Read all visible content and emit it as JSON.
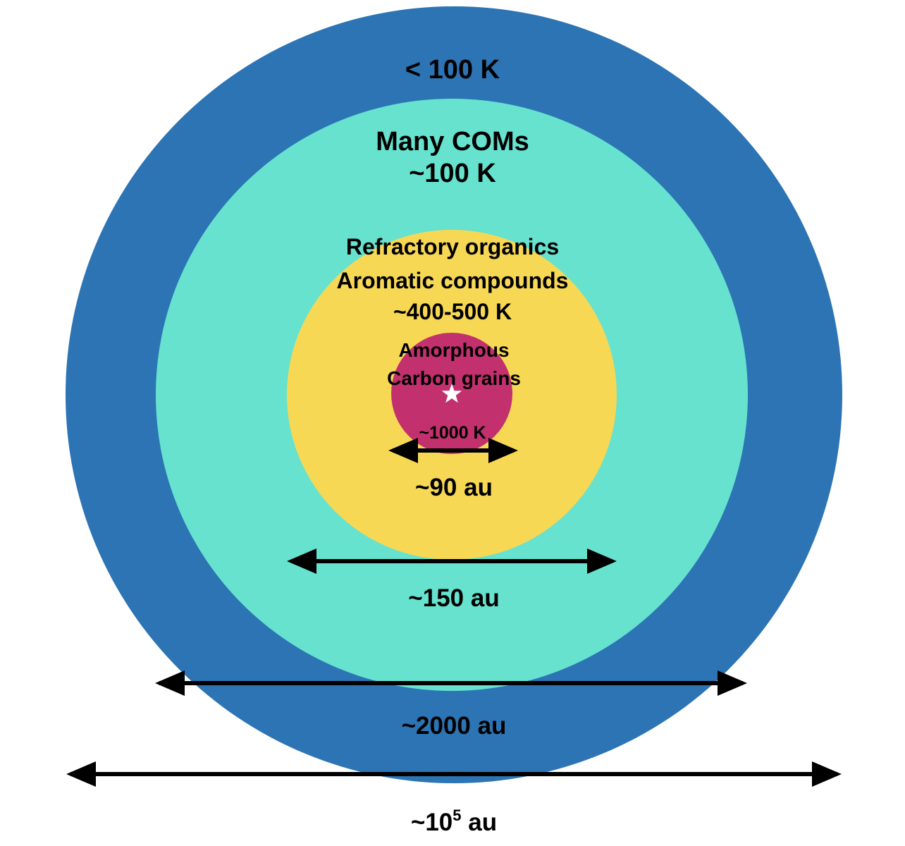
{
  "colors": {
    "outer_envelope": "#2c74b4",
    "com_region": "#66e2cf",
    "refractory_region": "#f7d854",
    "inner_core": "#c2316e",
    "star": "#ffffff",
    "arrows": "#000000"
  },
  "regions": {
    "outer": {
      "temperature": "< 100 K"
    },
    "com": {
      "species": "Many COMs",
      "temperature": "~100 K"
    },
    "refractory": {
      "species_line1": "Refractory organics",
      "species_line2": "Aromatic compounds",
      "temperature": "~400-500 K"
    },
    "core": {
      "species_line1": "Amorphous",
      "species_line2": "Carbon grains",
      "temperature": "~1000 K",
      "star_icon": "star"
    }
  },
  "scales": {
    "core_diameter": "~90 au",
    "refractory_diameter": "~150 au",
    "com_diameter": "~2000 au",
    "envelope_diameter_prefix": "~10",
    "envelope_diameter_exponent": "5",
    "envelope_diameter_suffix": " au"
  }
}
